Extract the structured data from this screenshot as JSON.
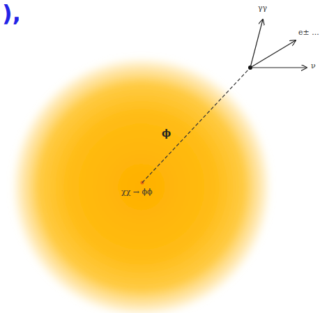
{
  "diagram": {
    "labels": [
      "),",
      "χχ → ϕϕ",
      "ϕ",
      "γγ",
      "e± ...",
      "ν"
    ]
  }
}
